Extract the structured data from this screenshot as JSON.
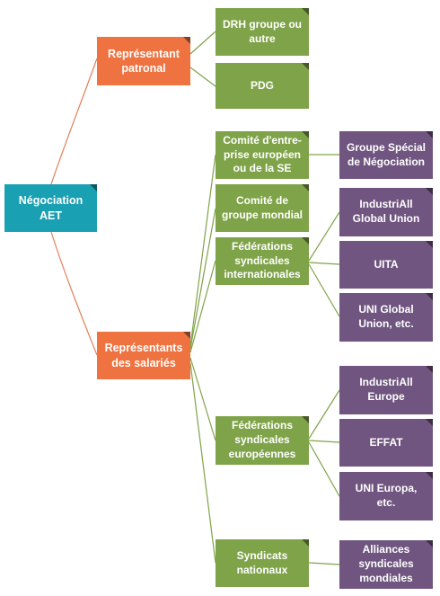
{
  "root": {
    "label": "Négociation\nAET"
  },
  "employer": {
    "label": "Représentant\npatronal",
    "children": [
      {
        "label": "DRH groupe ou\nautre"
      },
      {
        "label": "PDG"
      }
    ]
  },
  "employees": {
    "label": "Représentants\ndes salariés",
    "children": [
      {
        "label": "Comité d'entre-\nprise européen\nou de la SE",
        "children": [
          {
            "label": "Groupe Spécial\nde Négociation"
          }
        ]
      },
      {
        "label": "Comité de\ngroupe mondial"
      },
      {
        "label": "Fédérations\nsyndicales\ninternationales",
        "children": [
          {
            "label": "IndustriAll\nGlobal Union"
          },
          {
            "label": "UITA"
          },
          {
            "label": "UNI Global\nUnion, etc."
          }
        ]
      },
      {
        "label": "Fédérations\nsyndicales\neuropéennes",
        "children": [
          {
            "label": "IndustriAll\nEurope"
          },
          {
            "label": "EFFAT"
          },
          {
            "label": "UNI Europa,\netc."
          }
        ]
      },
      {
        "label": "Syndicats\nnationaux",
        "children": [
          {
            "label": "Alliances\nsyndicales\nmondiales"
          }
        ]
      }
    ]
  },
  "colors": {
    "root": "#1aa0b3",
    "level1": "#ee7340",
    "level2": "#7fa348",
    "level3": "#6f557f",
    "connector_root": "#e2805a",
    "connector_green": "#7fa348"
  }
}
